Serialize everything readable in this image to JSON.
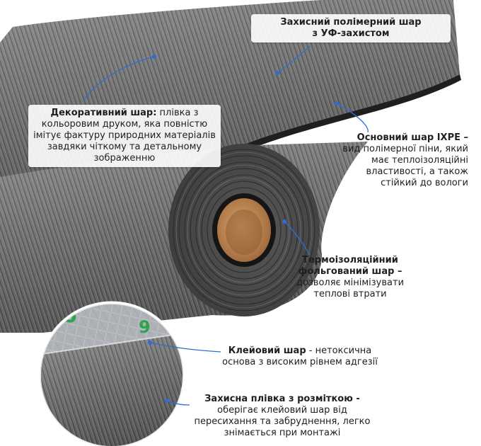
{
  "colors": {
    "accent_blue": "#2f6dd6",
    "roll_gray": "#6b6b6b",
    "foil": "#b9bcc0",
    "core": "#c98d56",
    "marking_green": "#2da54a"
  },
  "callouts": {
    "uv": {
      "title": "Захисний полімерний шар",
      "desc": "з УФ-захистом"
    },
    "decorative": {
      "title": "Декоративний шар:",
      "desc": " плівка з кольоровим друком, яка повністю імітує фактуру природних матеріалів завдяки чіткому та детальному зображенню"
    },
    "ixpe": {
      "title": "Основний шар IXPE –",
      "desc": "вид полімерної піни, який має теплоізоляційні властивості, а також стійкий до вологи"
    },
    "foil": {
      "title": "Термоізоляційний фольгований шар –",
      "desc": " дозволяє мінімізувати теплові втрати"
    },
    "glue": {
      "title": "Клейовий шар",
      "desc": " - нетоксична основа з високим рівнем адгезії"
    },
    "film": {
      "title": "Захисна плівка з розміткою -",
      "desc": " оберігає клейовий шар від пересихання та забруднення, легко знімається при монтажі"
    }
  }
}
